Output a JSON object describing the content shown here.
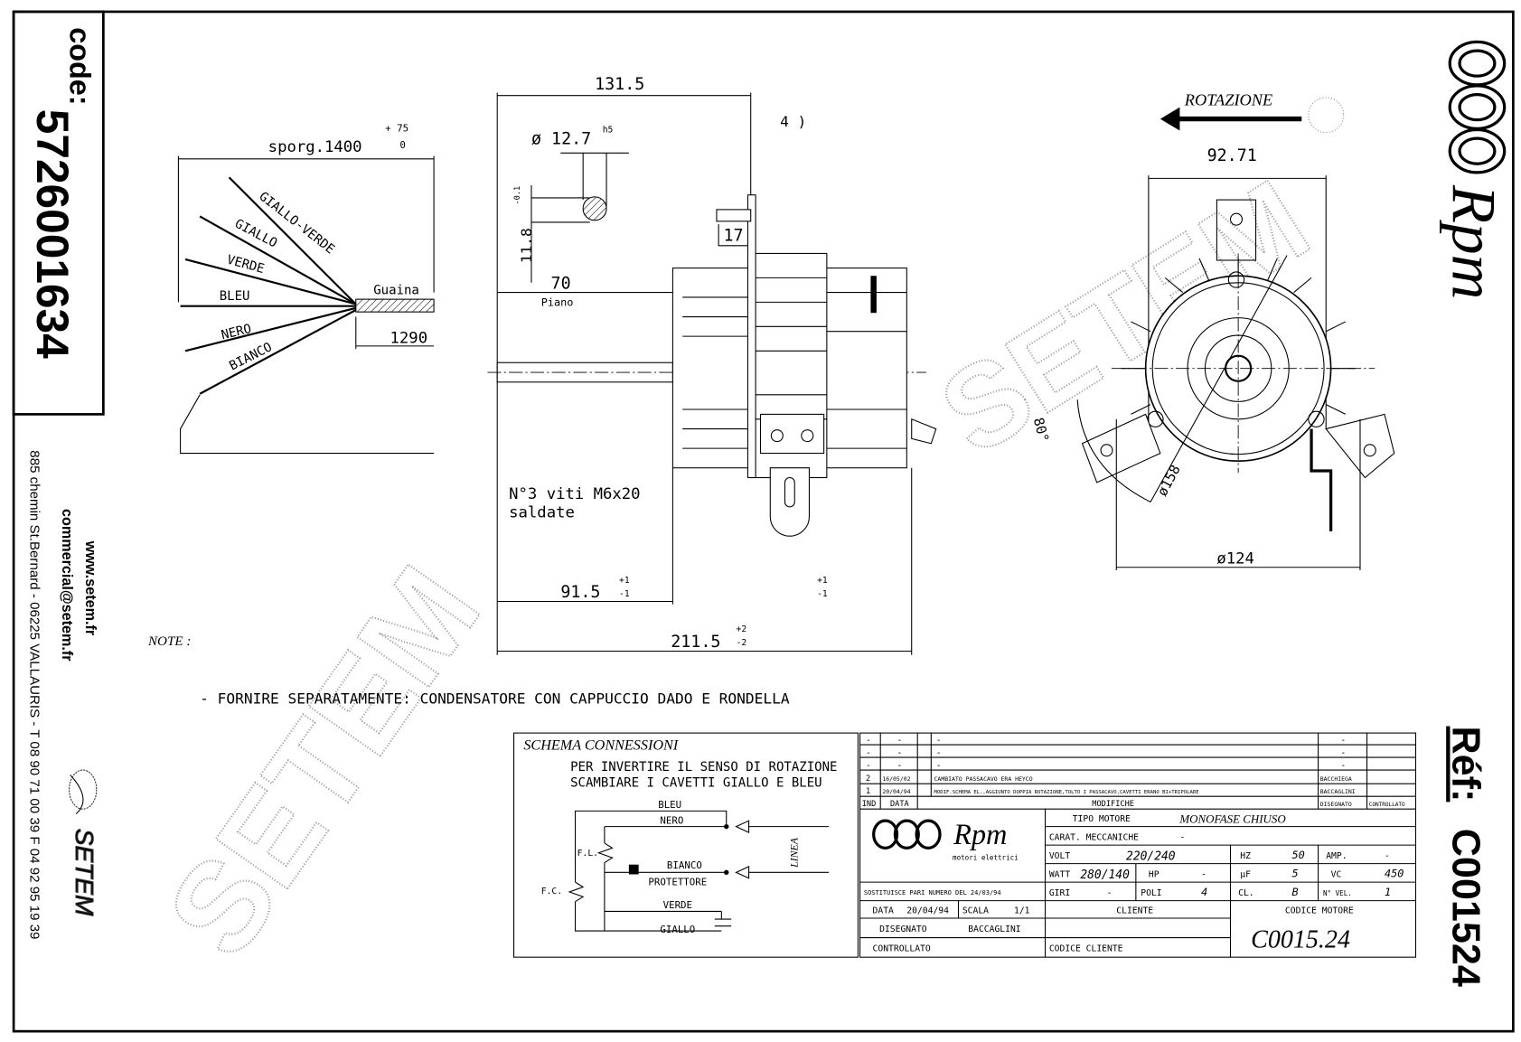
{
  "code_box": {
    "label": "code:",
    "value": "5726001634"
  },
  "contact": {
    "website": "www.setem.fr",
    "email": "commercial@setem.fr",
    "address": "885 chemin St.Bernard - 06225 VALLAURIS - T 08 90 71 00 39  F 04 92 95 19 39",
    "company": "SETEM"
  },
  "brand": {
    "logo_text": "Rpm",
    "subtitle": "motori elettrici"
  },
  "reference": {
    "label": "Réf:",
    "value": "C001524"
  },
  "watermark": "SETEM",
  "cable_view": {
    "overhang": "sporg.1400",
    "overhang_tol_upper": "+ 75",
    "overhang_tol_lower": "0",
    "wires": [
      "GIALLO-VERDE",
      "GIALLO",
      "VERDE",
      "BLEU",
      "NERO",
      "BIANCO"
    ],
    "sheath": "Guaina",
    "sheath_length": "1290"
  },
  "side_view": {
    "overall_top": "131.5",
    "shaft_dia": "ø 12.7",
    "shaft_tol": "h5",
    "flat": "11.8",
    "flat_tol": "-0.1",
    "bracket": "17",
    "angle": "4 )",
    "plane": "70",
    "plane_label": "Piano",
    "screws_line1": "N°3 viti M6x20",
    "screws_line2": "saldate",
    "shaft_len": "91.5",
    "shaft_tol_upper": "+1",
    "shaft_tol_lower": "-1",
    "body_tol_upper": "+1",
    "body_tol_lower": "-1",
    "overall": "211.5",
    "overall_tol_upper": "+2",
    "overall_tol_lower": "-2"
  },
  "front_view": {
    "rotation": "ROTAZIONE",
    "width": "92.71",
    "angle": "80°",
    "bolt_circle": "ø158",
    "diameter": "ø124"
  },
  "notes": {
    "label": "NOTE :",
    "line1": "- FORNIRE SEPARATAMENTE: CONDENSATORE CON CAPPUCCIO DADO E RONDELLA"
  },
  "schema": {
    "title": "SCHEMA CONNESSIONI",
    "line1": "PER INVERTIRE IL SENSO DI ROTAZIONE",
    "line2": "SCAMBIARE I CAVETTI GIALLO E BLEU",
    "bleu": "BLEU",
    "nero": "NERO",
    "bianco": "BIANCO",
    "protettore": "PROTETTORE",
    "verde": "VERDE",
    "giallo": "GIALLO",
    "fl": "F.L.",
    "fc": "F.C.",
    "linea": "LINEA"
  },
  "revisions": {
    "rows": [
      {
        "ind": "-",
        "data": "-",
        "desc": "-",
        "drawn": "-",
        "checked": ""
      },
      {
        "ind": "-",
        "data": "-",
        "desc": "-",
        "drawn": "-",
        "checked": ""
      },
      {
        "ind": "-",
        "data": "-",
        "desc": "-",
        "drawn": "-",
        "checked": ""
      },
      {
        "ind": "2",
        "data": "16/05/02",
        "desc": "CAMBIATO PASSACAVO ERA HEYCO",
        "drawn": "BACCHIEGA",
        "checked": ""
      },
      {
        "ind": "1",
        "data": "20/04/94",
        "desc": "MODIF.SCHEMA EL.,AGGIUNTO DOPPIA ROTAZIONE,TOLTO I PASSACAVO,CAVETTI ERANO BI+TRIPOLARE",
        "drawn": "BACCAGLINI",
        "checked": ""
      }
    ],
    "headers": {
      "ind": "IND",
      "data": "DATA",
      "desc": "MODIFICHE",
      "drawn": "DISEGNATO",
      "checked": "CONTROLLATO"
    }
  },
  "title_block": {
    "tipo_label": "TIPO MOTORE",
    "tipo_value": "MONOFASE CHIUSO",
    "carat_label": "CARAT. MECCANICHE",
    "carat_value": "-",
    "volt_label": "VOLT",
    "volt_value": "220/240",
    "hz_label": "HZ",
    "hz_value": "50",
    "amp_label": "AMP.",
    "amp_value": "-",
    "watt_label": "WATT",
    "watt_value": "280/140",
    "hp_label": "HP",
    "hp_value": "-",
    "uf_label": "µF",
    "uf_value": "5",
    "vc_label": "VC",
    "vc_value": "450",
    "replaces": "SOSTITUISCE PARI NUMERO DEL 24/03/94",
    "giri_label": "GIRI",
    "giri_value": "-",
    "poli_label": "POLI",
    "poli_value": "4",
    "cl_label": "CL.",
    "cl_value": "B",
    "nvel_label": "N° VEL.",
    "nvel_value": "1",
    "data_label": "DATA",
    "data_value": "20/04/94",
    "scala_label": "SCALA",
    "scala_value": "1/1",
    "cliente_label": "CLIENTE",
    "codice_motore_label": "CODICE MOTORE",
    "disegnato_label": "DISEGNATO",
    "disegnato_value": "BACCAGLINI",
    "controllato_label": "CONTROLLATO",
    "codice_cliente_label": "CODICE CLIENTE",
    "codice_motore_value": "C0015.24"
  }
}
